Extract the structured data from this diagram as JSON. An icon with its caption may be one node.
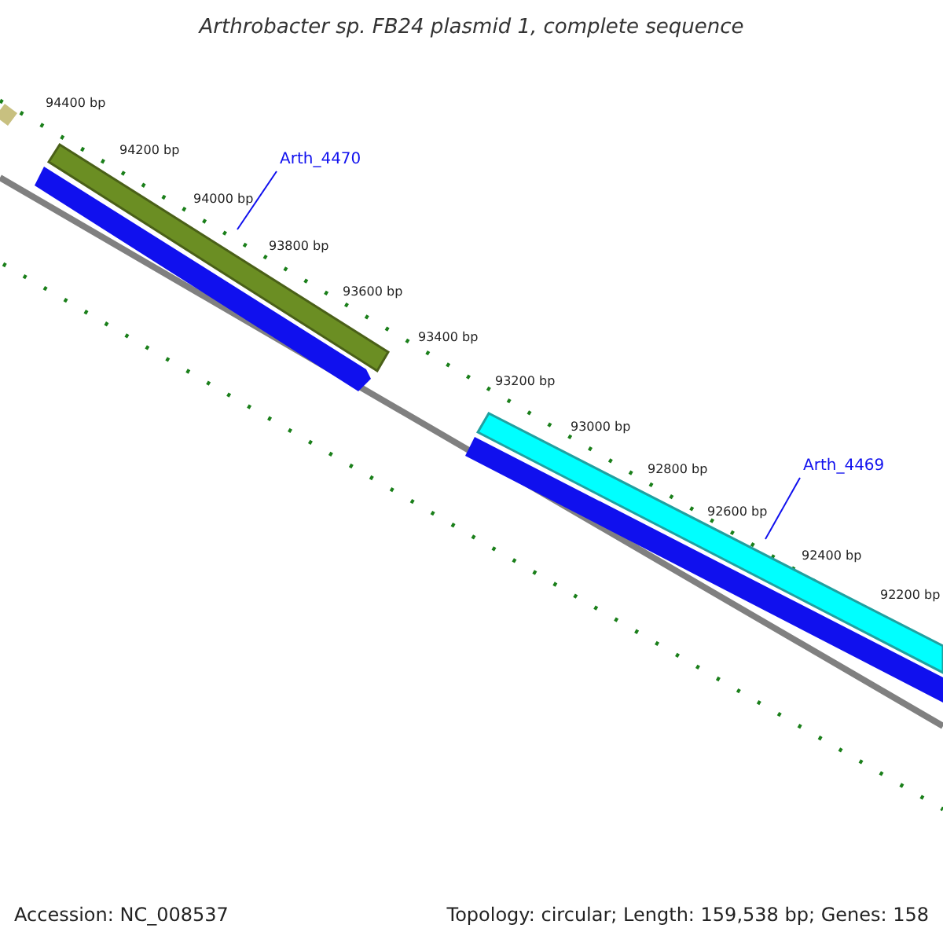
{
  "diagram": {
    "title": "Arthrobacter sp. FB24 plasmid 1, complete sequence",
    "nodes": [
      {
        "text": [
          "Arth_4470"
        ]
      },
      {
        "text": [],
        "shape": "bar"
      },
      {
        "text": [
          "Arth_4469"
        ]
      },
      {
        "text": [],
        "shape": "bar"
      }
    ],
    "edges": [
      {
        "from": 0,
        "to": 1,
        "arrow": "none"
      },
      {
        "from": 2,
        "to": 3,
        "arrow": "none"
      }
    ],
    "labels": [
      "94400 bp",
      "94200 bp",
      "94000 bp",
      "93800 bp",
      "93600 bp",
      "93400 bp",
      "93200 bp",
      "93000 bp",
      "92800 bp",
      "92600 bp",
      "92400 bp",
      "92200 bp",
      "Accession: NC_008537",
      "Topology: circular; Length: 159,538 bp; Genes: 158"
    ]
  }
}
